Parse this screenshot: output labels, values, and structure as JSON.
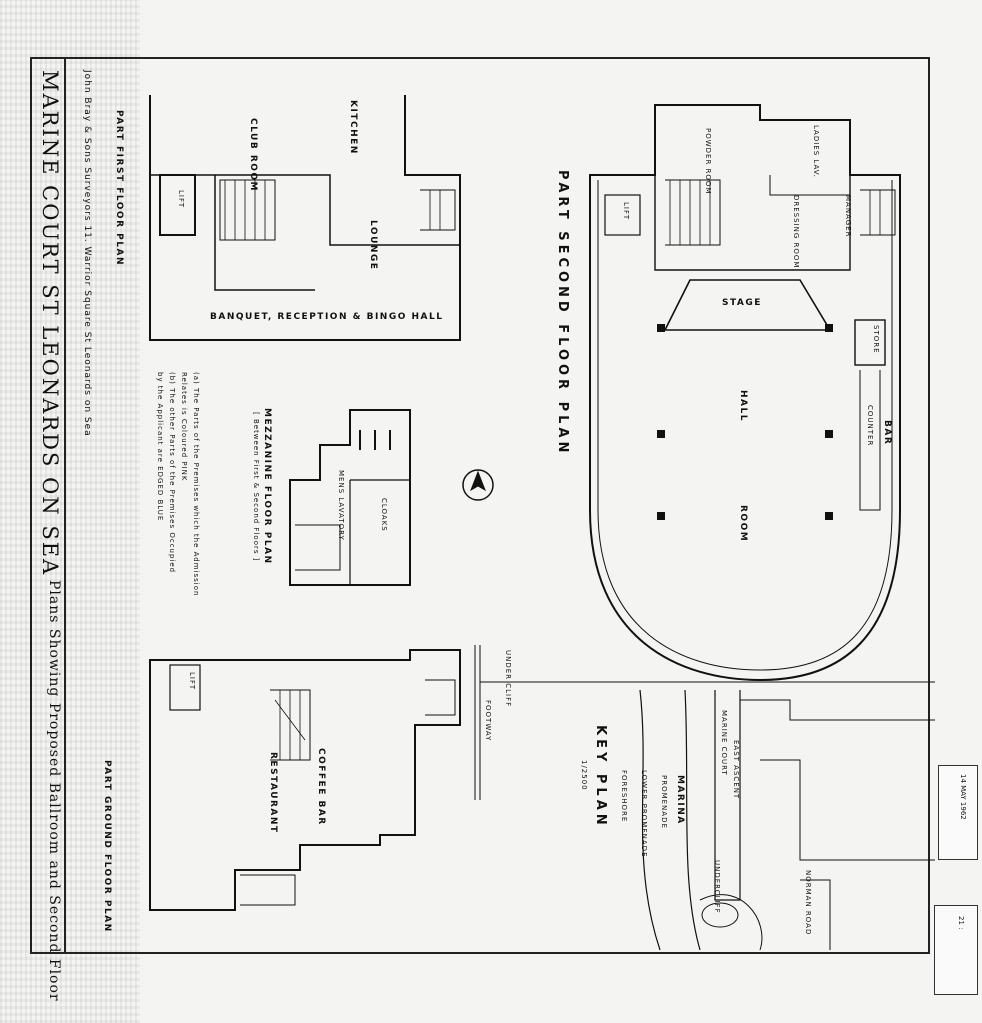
{
  "title_block": {
    "title": "MARINE COURT ST LEONARDS ON SEA",
    "subtitle": "Plans Showing Proposed Ballroom and Second Floor",
    "author": "John Bray & Sons   Surveyors   11. Warrior Square   St Leonards on Sea"
  },
  "notes": {
    "line1": "(a) The Parts of the Premises which the Admission",
    "line2": "Relates is Coloured  PINK",
    "line3": "(b) The other Parts of the Premises Occupied",
    "line4": "by the Applicant are  EDGED BLUE"
  },
  "plans": {
    "part_first": {
      "title": "PART FIRST FLOOR PLAN",
      "club_room": "CLUB ROOM",
      "lift": "LIFT",
      "kitchen": "KITCHEN",
      "lounge": "LOUNGE",
      "hall": "BANQUET, RECEPTION & BINGO HALL"
    },
    "mezzanine": {
      "title": "MEZZANINE FLOOR PLAN",
      "sub": "[ Between First & Second Floors ]",
      "mens": "MENS LAVATORY",
      "cloaks": "CLOAKS"
    },
    "part_second": {
      "title": "PART SECOND FLOOR PLAN",
      "powder": "POWDER ROOM",
      "ladies": "LADIES LAV.",
      "dressing": "DRESSING ROOM",
      "manager": "MANAGER",
      "lift": "LIFT",
      "stage": "STAGE",
      "store": "STORE",
      "bar": "BAR",
      "counter": "COUNTER",
      "hall": "HALL",
      "room": "ROOM"
    },
    "ground": {
      "title": "PART GROUND FLOOR PLAN",
      "lift": "LIFT",
      "restaurant": "RESTAURANT",
      "coffee": "COFFEE BAR",
      "under_cliff": "UNDER CLIFF",
      "footway": "FOOTWAY"
    },
    "key": {
      "title": "KEY PLAN",
      "scale": "1/2500",
      "marina": "MARINA",
      "promenade": "PROMENADE",
      "marine_court": "MARINE COURT",
      "east_ascent": "EAST ASCENT",
      "undercliff": "UNDERCLIFF",
      "norman": "NORMAN ROAD",
      "foreshore": "FORESHORE",
      "lower_promenade": "LOWER PROMENADE"
    }
  },
  "stamps": {
    "upper_date": "14 MAY 1962",
    "lower_number": "21 :"
  },
  "colors": {
    "ink": "#111111",
    "paper": "#f4f4f2"
  }
}
